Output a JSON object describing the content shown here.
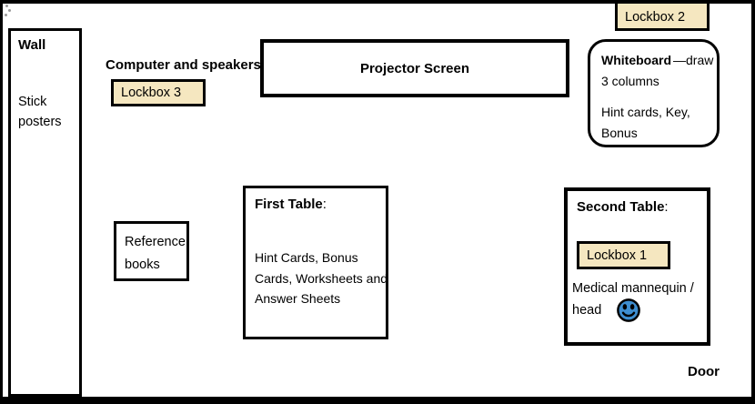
{
  "colors": {
    "lockbox_fill": "#F5E7C0",
    "outline": "#000000",
    "smiley_blue": "#3E8ED0",
    "background": "#FFFFFF"
  },
  "wall": {
    "title": "Wall",
    "line1": "Stick",
    "line2": "posters"
  },
  "labels": {
    "computer_speakers": "Computer and speakers",
    "door": "Door"
  },
  "lockboxes": {
    "lockbox1": "Lockbox 1",
    "lockbox2": "Lockbox 2",
    "lockbox3": "Lockbox 3"
  },
  "projector": {
    "label": "Projector Screen"
  },
  "whiteboard": {
    "title": "Whiteboard",
    "title_suffix": "—draw",
    "line2": "3 columns",
    "line3": "Hint cards, Key,",
    "line4": "Bonus"
  },
  "reference_books": {
    "line1": "Reference",
    "line2": "books"
  },
  "first_table": {
    "title": "First Table",
    "colon": ":",
    "lines": [
      "Hint Cards, Bonus",
      "Cards, Worksheets and",
      "Answer Sheets"
    ]
  },
  "second_table": {
    "title": "Second Table",
    "colon": ":",
    "line1": "Medical mannequin /",
    "line2": "head"
  },
  "icons": {
    "smiley": "smiley-face-icon"
  }
}
